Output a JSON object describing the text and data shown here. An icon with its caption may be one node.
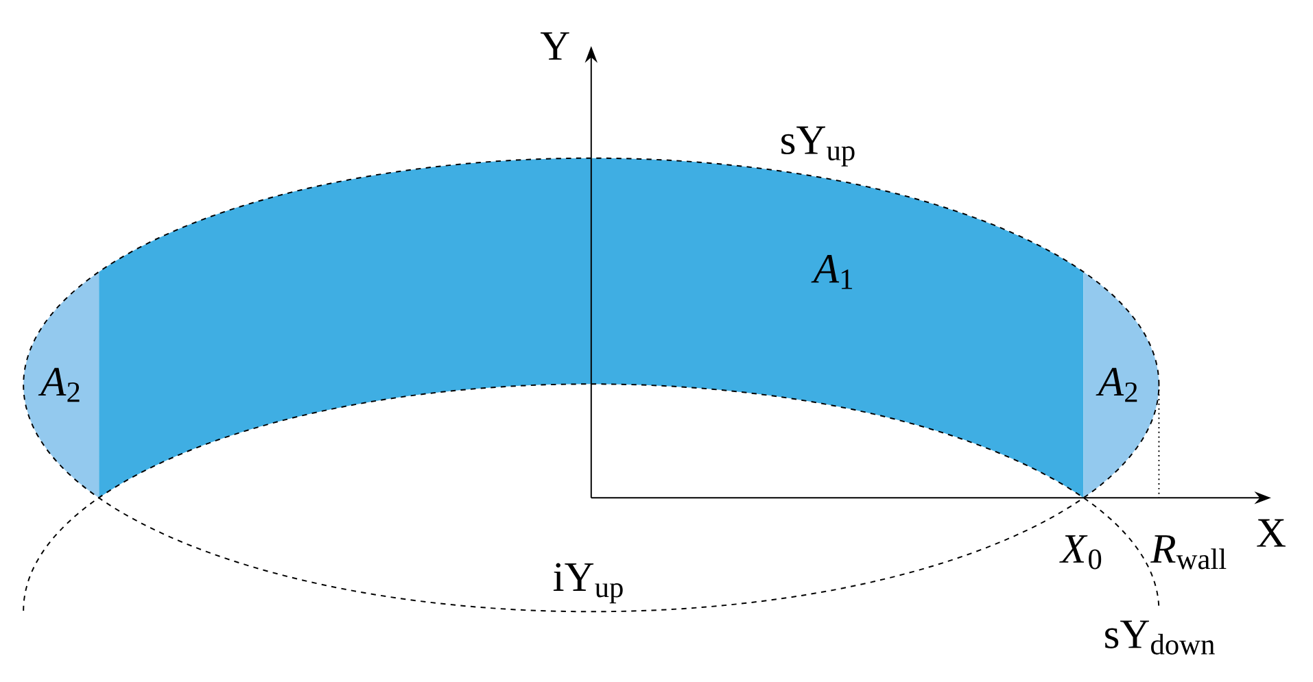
{
  "diagram": {
    "nodes": [
      {
        "text": [
          "*A*$_{1}$"
        ]
      },
      {
        "text": [
          "*A*$_{2}$"
        ]
      },
      {
        "text": [
          "*A*$_{2}$"
        ]
      }
    ],
    "labels": [
      "Y",
      "sY$_{up}$",
      "X",
      "*X*$_{0}$",
      "*R*$_{wall}$",
      "iY$_{up}$",
      "sY$_{down}$"
    ]
  }
}
